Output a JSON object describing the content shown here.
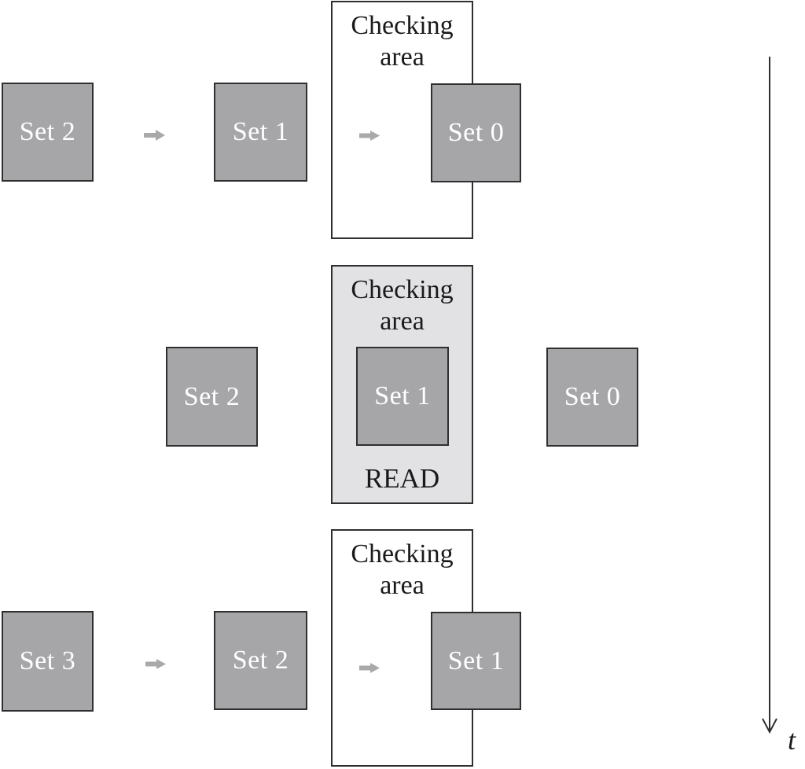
{
  "rows": {
    "top": {
      "left_box": "Set 2",
      "mid_box": "Set 1",
      "right_box": "Set 0"
    },
    "middle": {
      "left_box": "Set 2",
      "checking_box": "Set 1",
      "right_box": "Set 0",
      "status": "READ"
    },
    "bottom": {
      "left_box": "Set 3",
      "mid_box": "Set 2",
      "right_box": "Set 1"
    }
  },
  "checking_area": {
    "line1": "Checking",
    "line2": "area"
  },
  "time_axis": {
    "label": "t"
  },
  "colors": {
    "set_box_fill": "#a6a6a9",
    "set_box_text": "#ffffff",
    "box_border": "#2f2f2f",
    "checking_fill": "#ffffff",
    "checking_active_fill": "#e2e2e4",
    "flow_arrow_fill": "#a9a9ac",
    "axis_color": "#2f2f2f"
  }
}
